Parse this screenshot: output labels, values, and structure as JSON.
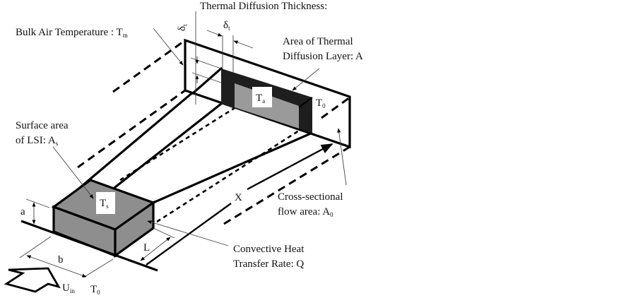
{
  "colors": {
    "dark_layer": "#1e1e1e",
    "surface_gray": "#9a9a9a",
    "ink": "#000000"
  },
  "labels": {
    "thermal_thickness": "Thermal Diffusion Thickness:",
    "delta_rot": {
      "sym": "δ",
      "sub": "t"
    },
    "delta_t": {
      "sym": "δ",
      "sub": "t"
    },
    "bulk_air": {
      "text": "Bulk Air Temperature : T",
      "sub": "m"
    },
    "area_layer": {
      "line1": "Area of Thermal",
      "line2": "Diffusion Layer: A"
    },
    "t_outlet": {
      "sym": "T",
      "sub": "0"
    },
    "t_a": {
      "sym": "T",
      "sub": "a"
    },
    "t_s": {
      "sym": "T",
      "sub": "s"
    },
    "surface_area": {
      "line1": "Surface area",
      "line2": "of LSI: A",
      "sub": "s"
    },
    "cross_section": {
      "line1": "Cross-sectional",
      "line2": "flow area: A",
      "sub": "0"
    },
    "convective": {
      "line1": "Convective Heat",
      "line2": "Transfer Rate: Q"
    },
    "x_dim": "X",
    "l_dim": "L",
    "a_dim": "a",
    "b_dim": "b",
    "u_in": {
      "sym": "U",
      "sub": "in"
    },
    "t_inlet": {
      "sym": "T",
      "sub": "0"
    }
  }
}
